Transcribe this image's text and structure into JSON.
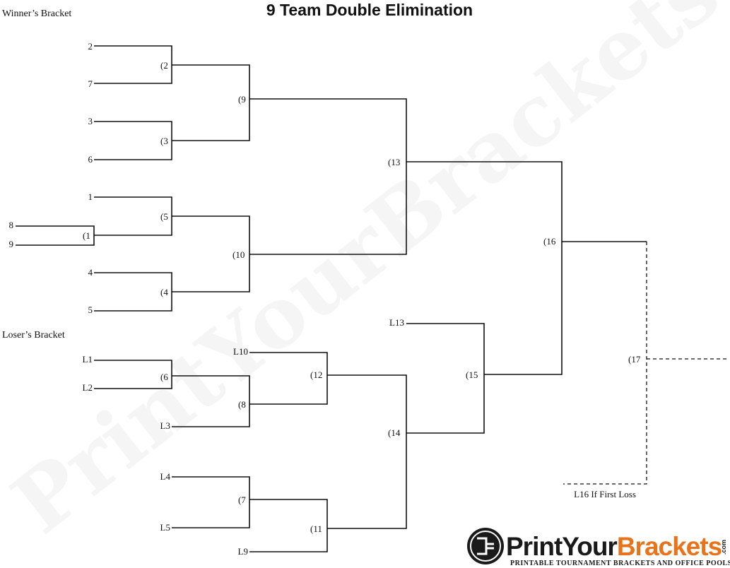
{
  "title": "9 Team Double Elimination",
  "sections": {
    "winners": "Winner’s Bracket",
    "losers": "Loser’s Bracket"
  },
  "watermark": "PrintYourBrackets",
  "seeds": {
    "s2": "2",
    "s7": "7",
    "s3": "3",
    "s6": "6",
    "s1": "1",
    "s8": "8",
    "s9": "9",
    "s4": "4",
    "s5": "5"
  },
  "games": {
    "g1": "(1",
    "g2": "(2",
    "g3": "(3",
    "g4": "(4",
    "g5": "(5",
    "g6": "(6",
    "g7": "(7",
    "g8": "(8",
    "g9": "(9",
    "g10": "(10",
    "g11": "(11",
    "g12": "(12",
    "g13": "(13",
    "g14": "(14",
    "g15": "(15",
    "g16": "(16",
    "g17": "(17"
  },
  "loser_slots": {
    "l1": "L1",
    "l2": "L2",
    "l3": "L3",
    "l4": "L4",
    "l5": "L5",
    "l9": "L9",
    "l10": "L10",
    "l13": "L13"
  },
  "note": "L16 If First Loss",
  "logo": {
    "name_part1": "PrintYour",
    "name_part2": "Brackets",
    "suffix": ".com",
    "tagline": "PRINTABLE TOURNAMENT BRACKETS AND OFFICE POOLS",
    "accent_color": "#e8731a"
  }
}
